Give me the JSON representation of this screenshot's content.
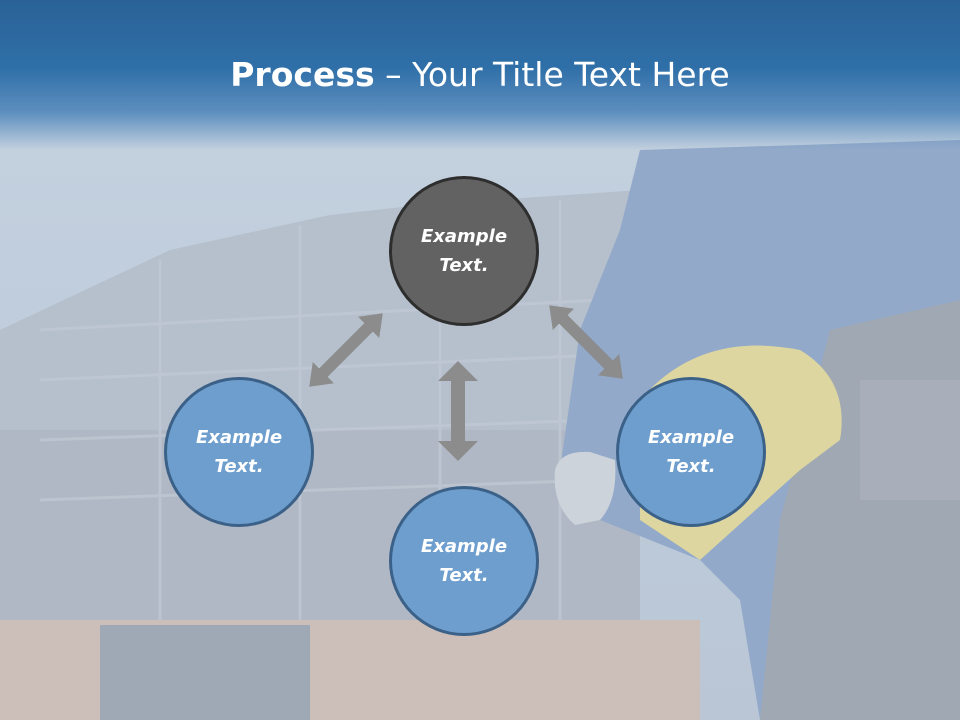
{
  "slide": {
    "title_bold": "Process",
    "title_rest": " – Your Title Text Here"
  },
  "colors": {
    "title_bar": "#2f6fa8",
    "node_dark_fill": "#626262",
    "node_dark_border": "#2e2e2e",
    "node_blue_fill": "#6d9ecd",
    "node_blue_border": "#3c6189",
    "arrow": "#8c8c8c"
  },
  "nodes": [
    {
      "id": "top",
      "label": "Example\nText.",
      "style": "dark"
    },
    {
      "id": "left",
      "label": "Example\nText.",
      "style": "blue"
    },
    {
      "id": "right",
      "label": "Example\nText.",
      "style": "blue"
    },
    {
      "id": "bottom",
      "label": "Example\nText.",
      "style": "blue"
    }
  ],
  "arrows": [
    {
      "from": "top",
      "to": "left",
      "icon": "double-arrow-icon"
    },
    {
      "from": "top",
      "to": "right",
      "icon": "double-arrow-icon"
    },
    {
      "from": "top",
      "to": "bottom",
      "icon": "double-arrow-icon"
    }
  ]
}
